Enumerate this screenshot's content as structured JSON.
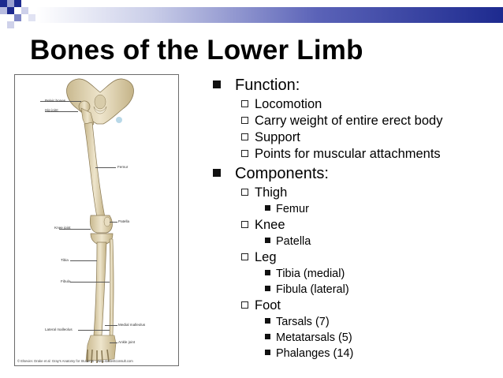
{
  "slide": {
    "title": "Bones of the Lower Limb",
    "bullets": [
      {
        "level": 1,
        "text": "Function:"
      },
      {
        "level": 2,
        "text": "Locomotion"
      },
      {
        "level": 2,
        "text": "Carry weight of entire erect body"
      },
      {
        "level": 2,
        "text": "Support"
      },
      {
        "level": 2,
        "text": "Points for muscular attachments"
      },
      {
        "level": 1,
        "text": "Components:"
      },
      {
        "level": 2,
        "text": "Thigh"
      },
      {
        "level": 3,
        "text": "Femur"
      },
      {
        "level": 2,
        "text": "Knee"
      },
      {
        "level": 3,
        "text": "Patella"
      },
      {
        "level": 2,
        "text": "Leg"
      },
      {
        "level": 3,
        "text": "Tibia (medial)"
      },
      {
        "level": 3,
        "text": "Fibula (lateral)"
      },
      {
        "level": 2,
        "text": "Foot"
      },
      {
        "level": 3,
        "text": "Tarsals (7)"
      },
      {
        "level": 3,
        "text": "Metatarsals  (5)"
      },
      {
        "level": 3,
        "text": "Phalanges (14)"
      }
    ]
  },
  "figure": {
    "labels": {
      "pelvic_bones": "Pelvic bones",
      "hip_joint": "Hip joint",
      "femur": "Femur",
      "knee_joint": "Knee joint",
      "patella": "Patella",
      "tibia": "Tibia",
      "fibula": "Fibula",
      "medial_malleolus": "Medial malleolus",
      "lateral_malleolus": "Lateral malleolus",
      "ankle_joint": "Ankle joint"
    },
    "credit": "© Elsevier. Drake et al: Gray's Anatomy for Students - www.studentconsult.com"
  },
  "colors": {
    "header_dark": "#1d2a8f",
    "bone": "#e6dcc0"
  }
}
